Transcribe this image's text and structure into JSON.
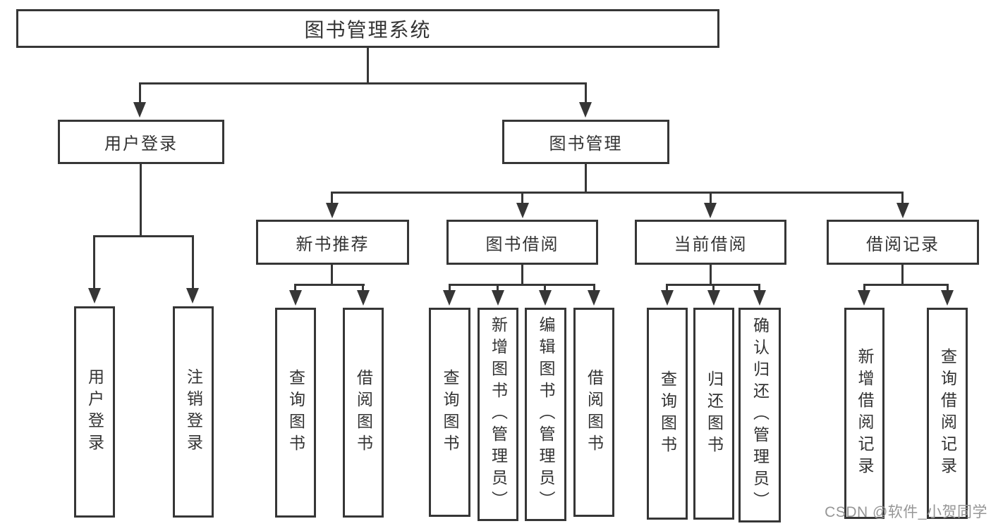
{
  "diagram_title": "图书管理系统",
  "watermark": "CSDN @软件_小贺同学",
  "colors": {
    "line": "#363636",
    "text": "#333333",
    "background": "#ffffff",
    "watermark": "#969696"
  },
  "tree": {
    "root": {
      "label": "图书管理系统",
      "children": [
        {
          "label": "用户登录",
          "children": [
            {
              "label": "用户登录"
            },
            {
              "label": "注销登录"
            }
          ]
        },
        {
          "label": "图书管理",
          "children": [
            {
              "label": "新书推荐",
              "children": [
                {
                  "label": "查询图书"
                },
                {
                  "label": "借阅图书"
                }
              ]
            },
            {
              "label": "图书借阅",
              "children": [
                {
                  "label": "查询图书"
                },
                {
                  "label": "新增图书（管理员）"
                },
                {
                  "label": "编辑图书（管理员）"
                },
                {
                  "label": "借阅图书"
                }
              ]
            },
            {
              "label": "当前借阅",
              "children": [
                {
                  "label": "查询图书"
                },
                {
                  "label": "归还图书"
                },
                {
                  "label": "确认归还（管理员）"
                }
              ]
            },
            {
              "label": "借阅记录",
              "children": [
                {
                  "label": "新增借阅记录"
                },
                {
                  "label": "查询借阅记录"
                }
              ]
            }
          ]
        }
      ]
    }
  }
}
